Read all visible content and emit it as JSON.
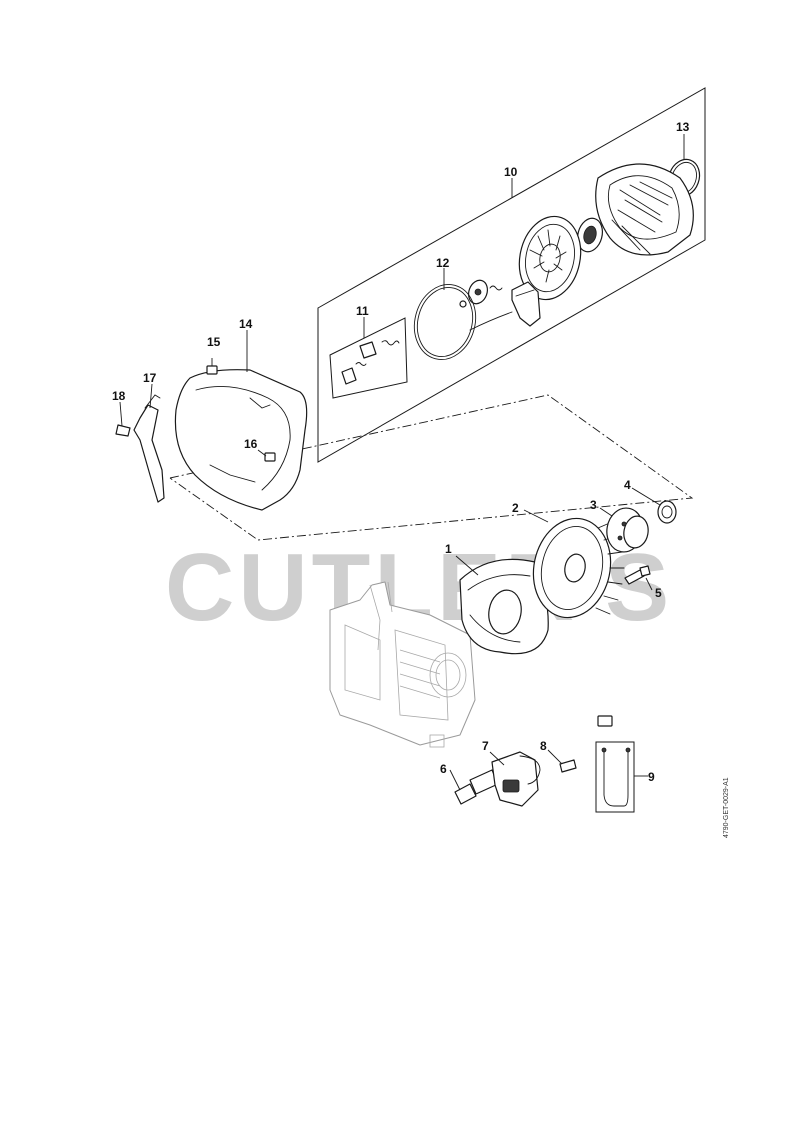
{
  "watermark": "CUTLER'S",
  "reference_code": "4790-GET-0029-A1",
  "colors": {
    "ink": "#1a1a1a",
    "engine_ghost": "#9a9a9a",
    "watermark": "#cfcfcf"
  },
  "callouts": {
    "c1": "1",
    "c2": "2",
    "c3": "3",
    "c4": "4",
    "c5": "5",
    "c6": "6",
    "c7": "7",
    "c8": "8",
    "c9": "9",
    "c10": "10",
    "c11": "11",
    "c12": "12",
    "c13": "13",
    "c14": "14",
    "c15": "15",
    "c16": "16",
    "c17": "17",
    "c18": "18"
  }
}
